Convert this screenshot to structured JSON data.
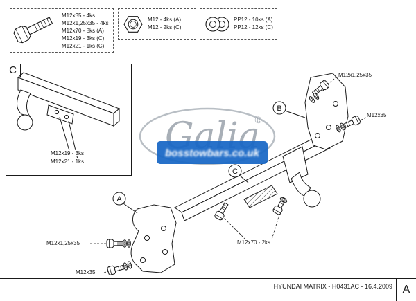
{
  "legend": {
    "bolt_box": {
      "lines": [
        "M12x35 - 4ks",
        "M12x1,25x35 - 4ks",
        "M12x70 - 8ks (A)",
        "M12x19 - 3ks (C)",
        "M12x21 - 1ks (C)"
      ]
    },
    "nut_box": {
      "lines": [
        "M12 - 4ks (A)",
        "M12 - 2ks (C)"
      ]
    },
    "washer_box": {
      "lines": [
        "PP12 - 10ks (A)",
        "PP12 - 12ks (C)"
      ]
    }
  },
  "detail": {
    "corner_label": "C",
    "labels": [
      "M12x19 - 3ks",
      "M12x21 - 1ks"
    ]
  },
  "callouts": {
    "a": "A",
    "b": "B",
    "c": "C"
  },
  "part_labels": {
    "right_top": "M12x1,25x35",
    "right_side": "M12x35",
    "left_bottom": "M12x1,25x35",
    "left_lower": "M12x35",
    "center": "M12x70 - 2ks"
  },
  "watermark": {
    "brand": "Galia",
    "registered": "®",
    "banner_text": "bosstowbars.co.uk",
    "gray": "#9aa2ab",
    "blue": "#1766c5"
  },
  "titlebar": {
    "title": "HYUNDAI MATRIX - H0431AC - 16.4.2009",
    "corner_label": "A"
  }
}
